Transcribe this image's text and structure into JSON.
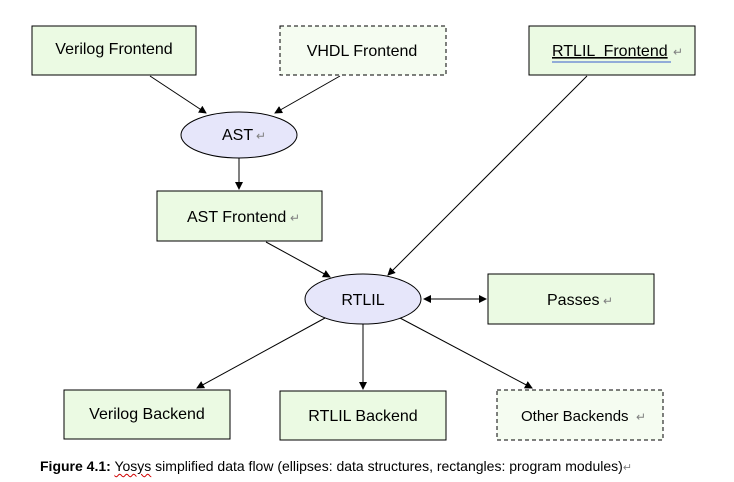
{
  "nodes": {
    "verilog_frontend": "Verilog Frontend",
    "vhdl_frontend": "VHDL Frontend",
    "rtlil_frontend": "RTLIL  Frontend",
    "ast": "AST",
    "ast_frontend": "AST Frontend",
    "rtlil": "RTLIL",
    "passes": "Passes",
    "verilog_backend": "Verilog Backend",
    "rtlil_backend": "RTLIL Backend",
    "other_backends": "Other Backends"
  },
  "paragraph_mark": "↵",
  "caption": {
    "label": "Figure 4.1:",
    "yosys": "Yosys",
    "text": " simplified data flow (ellipses: data structures, rectangles:  program modules)"
  },
  "colors": {
    "box_fill": "#ebfae3",
    "ellipse_fill": "#e6e6fa",
    "stroke": "#000000",
    "spell_underline": "#d00000"
  }
}
